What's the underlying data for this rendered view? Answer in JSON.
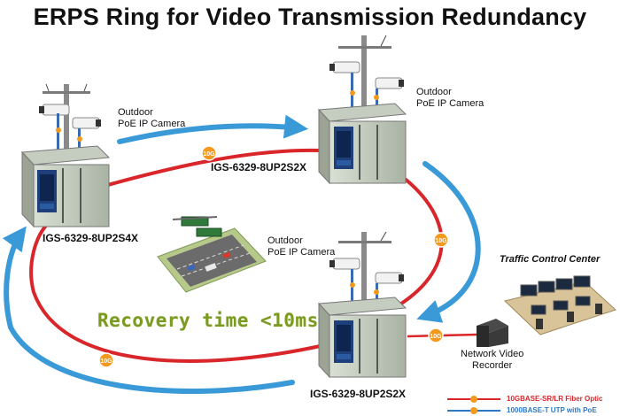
{
  "title": "ERPS Ring for Video Transmission Redundancy",
  "switches": {
    "left": "IGS-6329-8UP2S4X",
    "top": "IGS-6329-8UP2S2X",
    "bottom": "IGS-6329-8UP2S2X"
  },
  "cameras": {
    "left": [
      "Outdoor",
      "PoE IP Camera"
    ],
    "top": [
      "Outdoor",
      "PoE IP Camera"
    ],
    "middle": [
      "Outdoor",
      "PoE IP Camera"
    ]
  },
  "nvr_label": [
    "Network Video",
    "Recorder"
  ],
  "traffic_center": "Traffic Control Center",
  "recovery_text": "Recovery time <10ms",
  "fiber_badge": "10G",
  "legend": {
    "fiber": "10GBASE-SR/LR Fiber Optic",
    "utp": "1000BASE-T UTP with PoE"
  },
  "colors": {
    "fiber": "#d8262a",
    "utp": "#2a78c8",
    "arrow": "#3a9ad8",
    "badge": "#f39a1e",
    "recovery": "#7a9a22"
  }
}
